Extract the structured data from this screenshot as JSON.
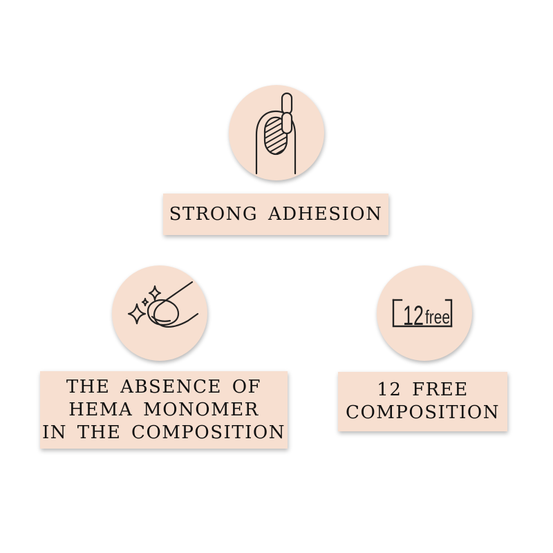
{
  "colors": {
    "badge_background": "#f7dfd0",
    "text": "#111111",
    "icon_stroke": "#222222"
  },
  "features": {
    "strong_adhesion": {
      "icon": "nail-chain-link-icon",
      "label": "STRONG ADHESION"
    },
    "hema_free": {
      "icon": "sparkling-nail-icon",
      "label_lines": [
        "THE ABSENCE OF",
        "HEMA MONOMER",
        "IN THE COMPOSITION"
      ]
    },
    "twelve_free": {
      "icon": "12free-logo-icon",
      "icon_text_number": "12",
      "icon_text_word": "free",
      "label_lines": [
        "12 FREE",
        "COMPOSITION"
      ]
    }
  }
}
